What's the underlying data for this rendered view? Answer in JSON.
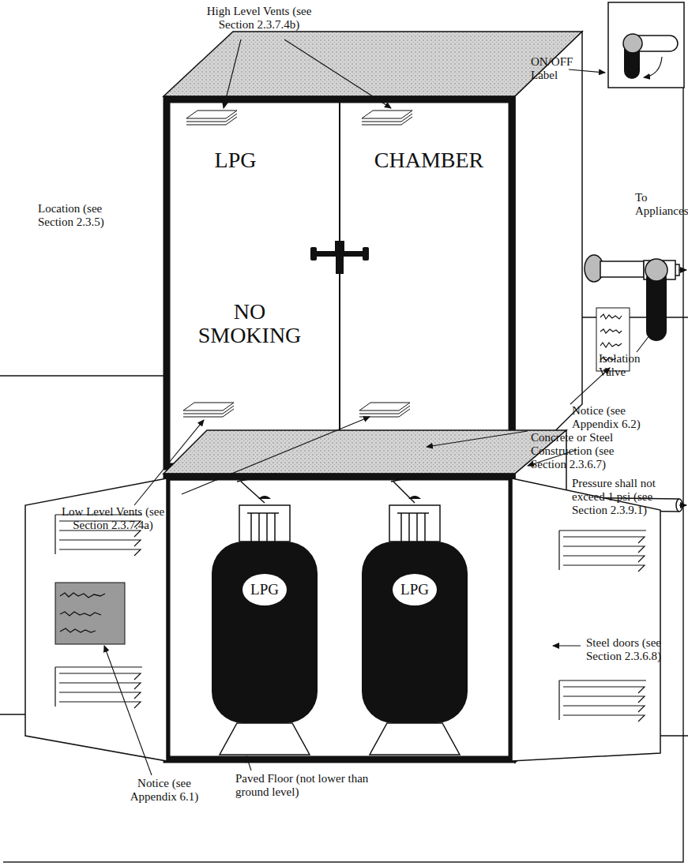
{
  "diagram": {
    "nodes": [
      {
        "text": [
          "LPG",
          "CHAMBER",
          "NO SMOKING"
        ]
      },
      {
        "text": [
          "LPG"
        ]
      },
      {
        "text": [
          "LPG"
        ]
      }
    ],
    "labels": [
      "High Level Vents (see Section 2.3.7.4b)",
      "ON/OFF Label",
      "Location (see Section 2.3.5)",
      "To Appliances",
      "Isolation Valve",
      "Notice (see Appendix 6.2)",
      "Low Level Vents (see Section 2.3.7.4a)",
      "Concrete or Steel Construction (see Section 2.3.6.7)",
      "Pressure shall not exceed 1 psi (see Section 2.3.9.1)",
      "Steel doors (see Section 2.3.6.8)",
      "Notice (see Appendix 6.1)",
      "Paved Floor (not lower than ground level)"
    ]
  }
}
